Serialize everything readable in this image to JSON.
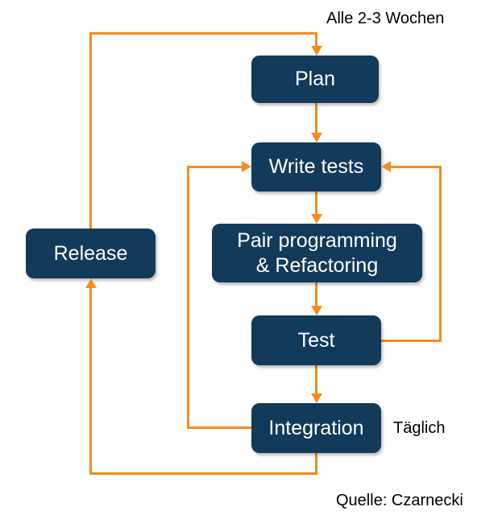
{
  "annotations": {
    "cycle_weeks": "Alle 2-3 Wochen",
    "daily": "Täglich",
    "source": "Quelle: Czarnecki"
  },
  "nodes": {
    "plan": {
      "label": "Plan"
    },
    "write_tests": {
      "label": "Write tests"
    },
    "pair_programming": {
      "label_line1": "Pair programming",
      "label_line2": "& Refactoring"
    },
    "test": {
      "label": "Test"
    },
    "integration": {
      "label": "Integration"
    },
    "release": {
      "label": "Release"
    }
  },
  "edges": {
    "release_to_plan": "Release to Plan (every 2-3 weeks loop)",
    "plan_to_write_tests": "Plan to Write tests",
    "write_tests_to_pair": "Write tests to Pair programming & Refactoring",
    "pair_to_test": "Pair programming & Refactoring to Test",
    "test_to_integration": "Test to Integration",
    "integration_to_write_tests": "Integration to Write tests (daily loop)",
    "test_to_write_tests": "Test to Write tests (loop)",
    "integration_to_release": "Integration to Release"
  },
  "colors": {
    "node_fill": "#123a5b",
    "node_text": "#ffffff",
    "arrow": "#f68b1f",
    "annotation_text": "#000000",
    "background": "#ffffff"
  }
}
